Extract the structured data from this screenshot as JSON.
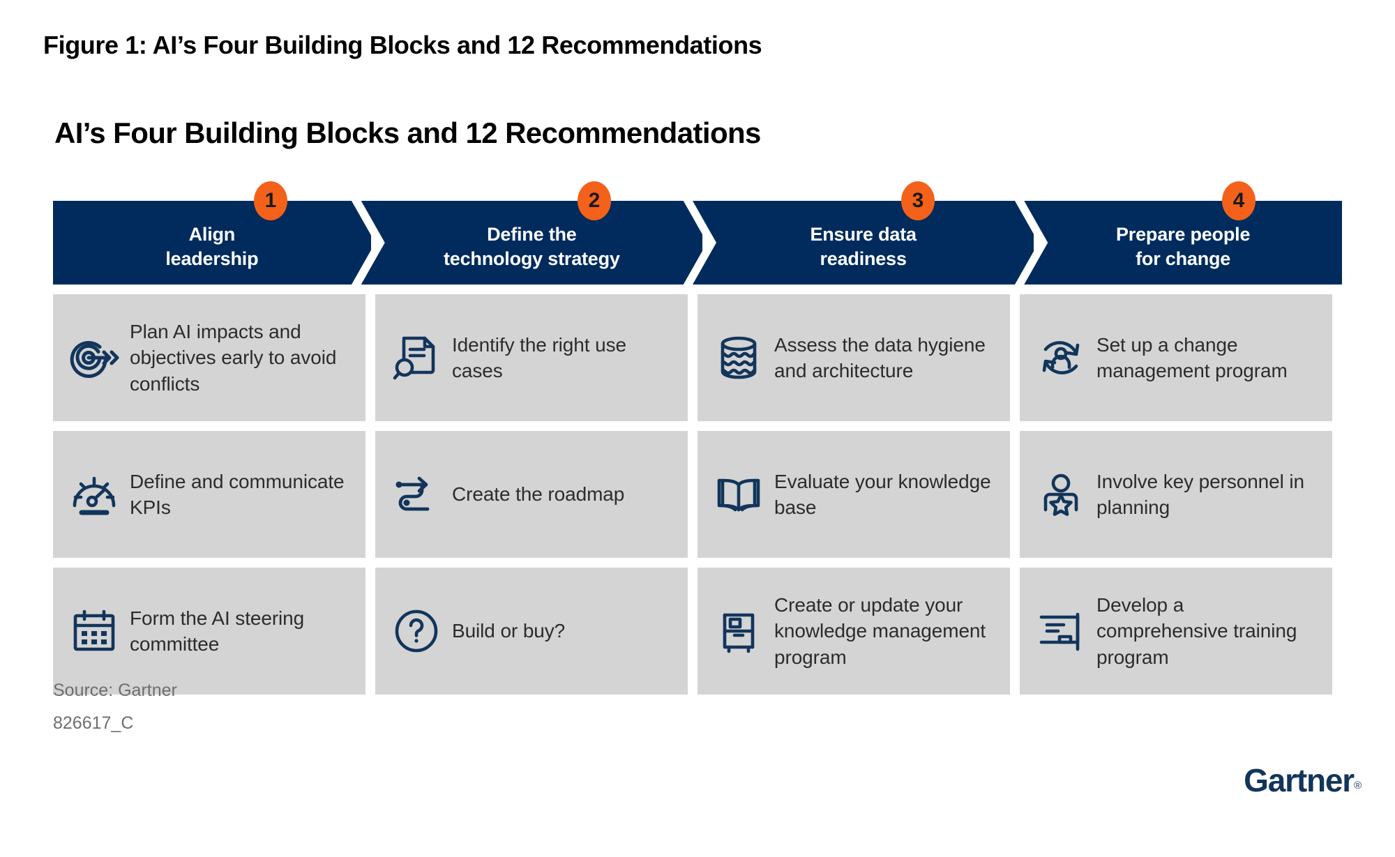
{
  "figure": {
    "caption": "Figure 1: AI’s Four Building Blocks and 12 Recommendations",
    "title": "AI’s Four Building Blocks and 12 Recommendations"
  },
  "colors": {
    "header_navy": "#002b5c",
    "badge_orange": "#f4611b",
    "cell_gray": "#d4d4d4",
    "icon_navy": "#12355b",
    "source_gray": "#6d6e71",
    "page_background": "#ffffff"
  },
  "columns": [
    {
      "number": "1",
      "heading_line_1": "Align",
      "heading_line_2": "leadership",
      "items": [
        {
          "icon": "target-arrow-icon",
          "text": "Plan AI impacts and objectives early to avoid conflicts"
        },
        {
          "icon": "speedometer-icon",
          "text": "Define and communicate KPIs"
        },
        {
          "icon": "calendar-icon",
          "text": "Form the AI steering committee"
        }
      ]
    },
    {
      "number": "2",
      "heading_line_1": "Define the",
      "heading_line_2": "technology strategy",
      "items": [
        {
          "icon": "document-magnifier-icon",
          "text": "Identify the right use cases"
        },
        {
          "icon": "winding-road-arrow-icon",
          "text": "Create the roadmap"
        },
        {
          "icon": "question-mark-circle-icon",
          "text": "Build or buy?"
        }
      ]
    },
    {
      "number": "3",
      "heading_line_1": "Ensure data",
      "heading_line_2": "readiness",
      "items": [
        {
          "icon": "database-waves-icon",
          "text": "Assess the data hygiene and architecture"
        },
        {
          "icon": "open-book-icon",
          "text": "Evaluate your knowledge base"
        },
        {
          "icon": "file-cabinet-icon",
          "text": "Create or update your knowledge management program"
        }
      ]
    },
    {
      "number": "4",
      "heading_line_1": "Prepare people",
      "heading_line_2": "for change",
      "items": [
        {
          "icon": "person-refresh-cycle-icon",
          "text": "Set up a change management program"
        },
        {
          "icon": "person-star-icon",
          "text": "Involve key personnel in planning"
        },
        {
          "icon": "presentation-board-icon",
          "text": "Develop a comprehensive training program"
        }
      ]
    }
  ],
  "footer": {
    "source": "Source: Gartner",
    "doc_id": "826617_C",
    "logo_text": "Gartner",
    "logo_mark": "®"
  }
}
